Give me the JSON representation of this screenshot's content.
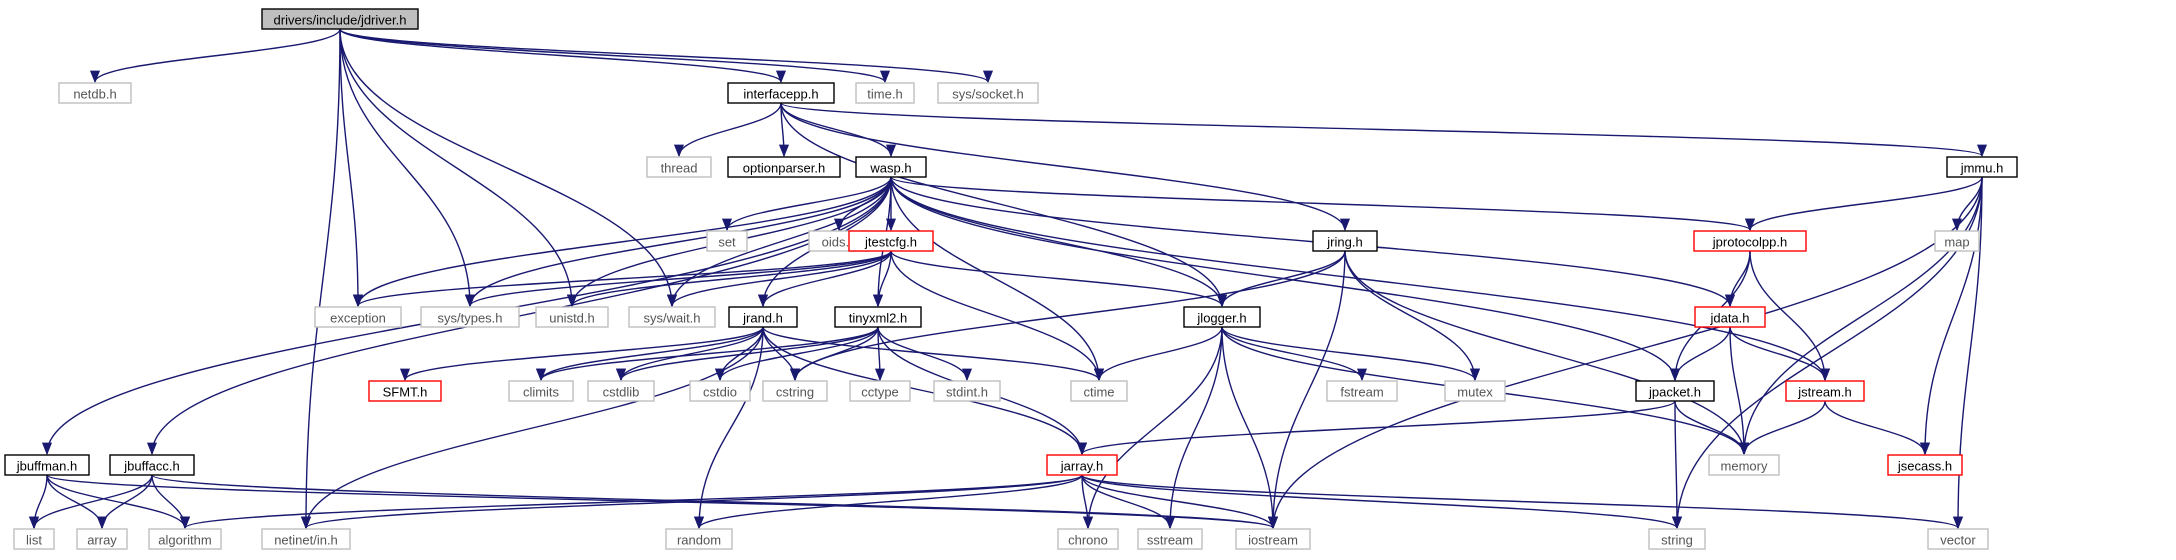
{
  "colors": {
    "edge": "#191970",
    "border_black": "#000000",
    "border_gray": "#bfbfbf",
    "border_red": "#ff0000",
    "root_fill": "#bfbfbf",
    "text_black": "#000000",
    "text_gray": "#555555",
    "text_red": "#000000"
  },
  "nodes": [
    {
      "id": "jdriver",
      "label": "drivers/include/jdriver.h",
      "style": "root"
    },
    {
      "id": "netdb",
      "label": "netdb.h",
      "style": "gray"
    },
    {
      "id": "interfacepp",
      "label": "interfacepp.h",
      "style": "black"
    },
    {
      "id": "timeh",
      "label": "time.h",
      "style": "gray"
    },
    {
      "id": "syssocket",
      "label": "sys/socket.h",
      "style": "gray"
    },
    {
      "id": "thread",
      "label": "thread",
      "style": "gray"
    },
    {
      "id": "optionparser",
      "label": "optionparser.h",
      "style": "black"
    },
    {
      "id": "wasp",
      "label": "wasp.h",
      "style": "black"
    },
    {
      "id": "jmmu",
      "label": "jmmu.h",
      "style": "black"
    },
    {
      "id": "set",
      "label": "set",
      "style": "gray"
    },
    {
      "id": "oids",
      "label": "oids.h",
      "style": "gray"
    },
    {
      "id": "jtestcfg",
      "label": "jtestcfg.h",
      "style": "red"
    },
    {
      "id": "jring",
      "label": "jring.h",
      "style": "black"
    },
    {
      "id": "jprotocolpp",
      "label": "jprotocolpp.h",
      "style": "red"
    },
    {
      "id": "map",
      "label": "map",
      "style": "gray"
    },
    {
      "id": "exception",
      "label": "exception",
      "style": "gray"
    },
    {
      "id": "systypes",
      "label": "sys/types.h",
      "style": "gray"
    },
    {
      "id": "unistd",
      "label": "unistd.h",
      "style": "gray"
    },
    {
      "id": "syswait",
      "label": "sys/wait.h",
      "style": "gray"
    },
    {
      "id": "jrand",
      "label": "jrand.h",
      "style": "black"
    },
    {
      "id": "tinyxml2",
      "label": "tinyxml2.h",
      "style": "black"
    },
    {
      "id": "jlogger",
      "label": "jlogger.h",
      "style": "black"
    },
    {
      "id": "jdata",
      "label": "jdata.h",
      "style": "red"
    },
    {
      "id": "sfmt",
      "label": "SFMT.h",
      "style": "red"
    },
    {
      "id": "climits",
      "label": "climits",
      "style": "gray"
    },
    {
      "id": "cstdlib",
      "label": "cstdlib",
      "style": "gray"
    },
    {
      "id": "cstdio",
      "label": "cstdio",
      "style": "gray"
    },
    {
      "id": "cstring",
      "label": "cstring",
      "style": "gray"
    },
    {
      "id": "cctype",
      "label": "cctype",
      "style": "gray"
    },
    {
      "id": "stdint",
      "label": "stdint.h",
      "style": "gray"
    },
    {
      "id": "ctime",
      "label": "ctime",
      "style": "gray"
    },
    {
      "id": "fstream",
      "label": "fstream",
      "style": "gray"
    },
    {
      "id": "mutex",
      "label": "mutex",
      "style": "gray"
    },
    {
      "id": "jpacket",
      "label": "jpacket.h",
      "style": "black"
    },
    {
      "id": "jstream",
      "label": "jstream.h",
      "style": "red"
    },
    {
      "id": "jbuffman",
      "label": "jbuffman.h",
      "style": "black"
    },
    {
      "id": "jbuffacc",
      "label": "jbuffacc.h",
      "style": "black"
    },
    {
      "id": "jarray",
      "label": "jarray.h",
      "style": "red"
    },
    {
      "id": "memory",
      "label": "memory",
      "style": "gray"
    },
    {
      "id": "jsecass",
      "label": "jsecass.h",
      "style": "red"
    },
    {
      "id": "list",
      "label": "list",
      "style": "gray"
    },
    {
      "id": "array",
      "label": "array",
      "style": "gray"
    },
    {
      "id": "algorithm",
      "label": "algorithm",
      "style": "gray"
    },
    {
      "id": "netinetin",
      "label": "netinet/in.h",
      "style": "gray"
    },
    {
      "id": "random",
      "label": "random",
      "style": "gray"
    },
    {
      "id": "chrono",
      "label": "chrono",
      "style": "gray"
    },
    {
      "id": "sstream",
      "label": "sstream",
      "style": "gray"
    },
    {
      "id": "iostream",
      "label": "iostream",
      "style": "gray"
    },
    {
      "id": "string",
      "label": "string",
      "style": "gray"
    },
    {
      "id": "vector",
      "label": "vector",
      "style": "gray"
    }
  ],
  "edges": [
    [
      "jdriver",
      "netdb"
    ],
    [
      "jdriver",
      "interfacepp"
    ],
    [
      "jdriver",
      "timeh"
    ],
    [
      "jdriver",
      "syssocket"
    ],
    [
      "jdriver",
      "exception"
    ],
    [
      "jdriver",
      "systypes"
    ],
    [
      "jdriver",
      "unistd"
    ],
    [
      "jdriver",
      "syswait"
    ],
    [
      "jdriver",
      "netinetin"
    ],
    [
      "interfacepp",
      "thread"
    ],
    [
      "interfacepp",
      "optionparser"
    ],
    [
      "interfacepp",
      "wasp"
    ],
    [
      "interfacepp",
      "jmmu"
    ],
    [
      "interfacepp",
      "jring"
    ],
    [
      "interfacepp",
      "jlogger"
    ],
    [
      "wasp",
      "set"
    ],
    [
      "wasp",
      "oids"
    ],
    [
      "wasp",
      "jtestcfg"
    ],
    [
      "wasp",
      "jprotocolpp"
    ],
    [
      "wasp",
      "exception"
    ],
    [
      "wasp",
      "systypes"
    ],
    [
      "wasp",
      "unistd"
    ],
    [
      "wasp",
      "syswait"
    ],
    [
      "wasp",
      "jrand"
    ],
    [
      "wasp",
      "tinyxml2"
    ],
    [
      "wasp",
      "jlogger"
    ],
    [
      "wasp",
      "jdata"
    ],
    [
      "wasp",
      "ctime"
    ],
    [
      "wasp",
      "jpacket"
    ],
    [
      "wasp",
      "jstream"
    ],
    [
      "wasp",
      "jbuffman"
    ],
    [
      "wasp",
      "jbuffacc"
    ],
    [
      "jtestcfg",
      "exception"
    ],
    [
      "jtestcfg",
      "systypes"
    ],
    [
      "jtestcfg",
      "unistd"
    ],
    [
      "jtestcfg",
      "syswait"
    ],
    [
      "jtestcfg",
      "jrand"
    ],
    [
      "jtestcfg",
      "tinyxml2"
    ],
    [
      "jtestcfg",
      "jlogger"
    ],
    [
      "jtestcfg",
      "ctime"
    ],
    [
      "jring",
      "jlogger"
    ],
    [
      "jring",
      "cstring"
    ],
    [
      "jring",
      "mutex"
    ],
    [
      "jring",
      "memory"
    ],
    [
      "jring",
      "iostream"
    ],
    [
      "jmmu",
      "jprotocolpp"
    ],
    [
      "jmmu",
      "map"
    ],
    [
      "jmmu",
      "memory"
    ],
    [
      "jmmu",
      "jsecass"
    ],
    [
      "jmmu",
      "iostream"
    ],
    [
      "jmmu",
      "string"
    ],
    [
      "jmmu",
      "vector"
    ],
    [
      "jprotocolpp",
      "jdata"
    ],
    [
      "jprotocolpp",
      "jpacket"
    ],
    [
      "jprotocolpp",
      "jstream"
    ],
    [
      "jdata",
      "jpacket"
    ],
    [
      "jdata",
      "jstream"
    ],
    [
      "jdata",
      "memory"
    ],
    [
      "jrand",
      "sfmt"
    ],
    [
      "jrand",
      "climits"
    ],
    [
      "jrand",
      "cstdlib"
    ],
    [
      "jrand",
      "cstdio"
    ],
    [
      "jrand",
      "cstring"
    ],
    [
      "jrand",
      "ctime"
    ],
    [
      "jrand",
      "jarray"
    ],
    [
      "jrand",
      "random"
    ],
    [
      "jrand",
      "netinetin"
    ],
    [
      "tinyxml2",
      "climits"
    ],
    [
      "tinyxml2",
      "cstdlib"
    ],
    [
      "tinyxml2",
      "cstdio"
    ],
    [
      "tinyxml2",
      "cstring"
    ],
    [
      "tinyxml2",
      "cctype"
    ],
    [
      "tinyxml2",
      "stdint"
    ],
    [
      "tinyxml2",
      "jarray"
    ],
    [
      "jlogger",
      "ctime"
    ],
    [
      "jlogger",
      "fstream"
    ],
    [
      "jlogger",
      "mutex"
    ],
    [
      "jlogger",
      "memory"
    ],
    [
      "jlogger",
      "chrono"
    ],
    [
      "jlogger",
      "sstream"
    ],
    [
      "jlogger",
      "iostream"
    ],
    [
      "jpacket",
      "memory"
    ],
    [
      "jpacket",
      "jarray"
    ],
    [
      "jpacket",
      "string"
    ],
    [
      "jstream",
      "memory"
    ],
    [
      "jstream",
      "jsecass"
    ],
    [
      "jbuffman",
      "list"
    ],
    [
      "jbuffman",
      "array"
    ],
    [
      "jbuffman",
      "algorithm"
    ],
    [
      "jbuffman",
      "iostream"
    ],
    [
      "jbuffacc",
      "list"
    ],
    [
      "jbuffacc",
      "array"
    ],
    [
      "jbuffacc",
      "algorithm"
    ],
    [
      "jbuffacc",
      "iostream"
    ],
    [
      "jarray",
      "algorithm"
    ],
    [
      "jarray",
      "netinetin"
    ],
    [
      "jarray",
      "random"
    ],
    [
      "jarray",
      "chrono"
    ],
    [
      "jarray",
      "sstream"
    ],
    [
      "jarray",
      "iostream"
    ],
    [
      "jarray",
      "string"
    ],
    [
      "jarray",
      "vector"
    ]
  ]
}
